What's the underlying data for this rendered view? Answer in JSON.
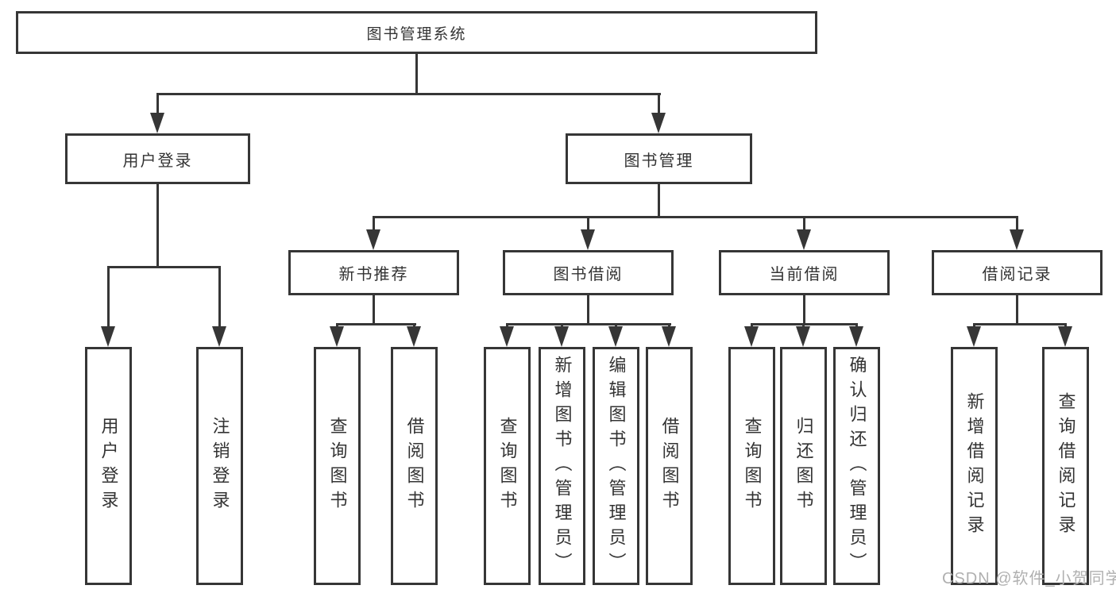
{
  "diagram": {
    "root": "图书管理系统",
    "user_login": {
      "label": "用户登录",
      "children": [
        "用户登录",
        "注销登录"
      ]
    },
    "book_mgmt": {
      "label": "图书管理",
      "modules": [
        {
          "label": "新书推荐",
          "children": [
            "查询图书",
            "借阅图书"
          ]
        },
        {
          "label": "图书借阅",
          "children": [
            "查询图书",
            "新增图书（管理员）",
            "编辑图书（管理员）",
            "借阅图书"
          ]
        },
        {
          "label": "当前借阅",
          "children": [
            "查询图书",
            "归还图书",
            "确认归还（管理员）"
          ]
        },
        {
          "label": "借阅记录",
          "children": [
            "新增借阅记录",
            "查询借阅记录"
          ]
        }
      ]
    }
  },
  "watermark": "CSDN @软件_小贺同学",
  "colors": {
    "line": "#363636",
    "text": "#333333",
    "watermark": "#b0b0b0",
    "background": "#ffffff"
  }
}
